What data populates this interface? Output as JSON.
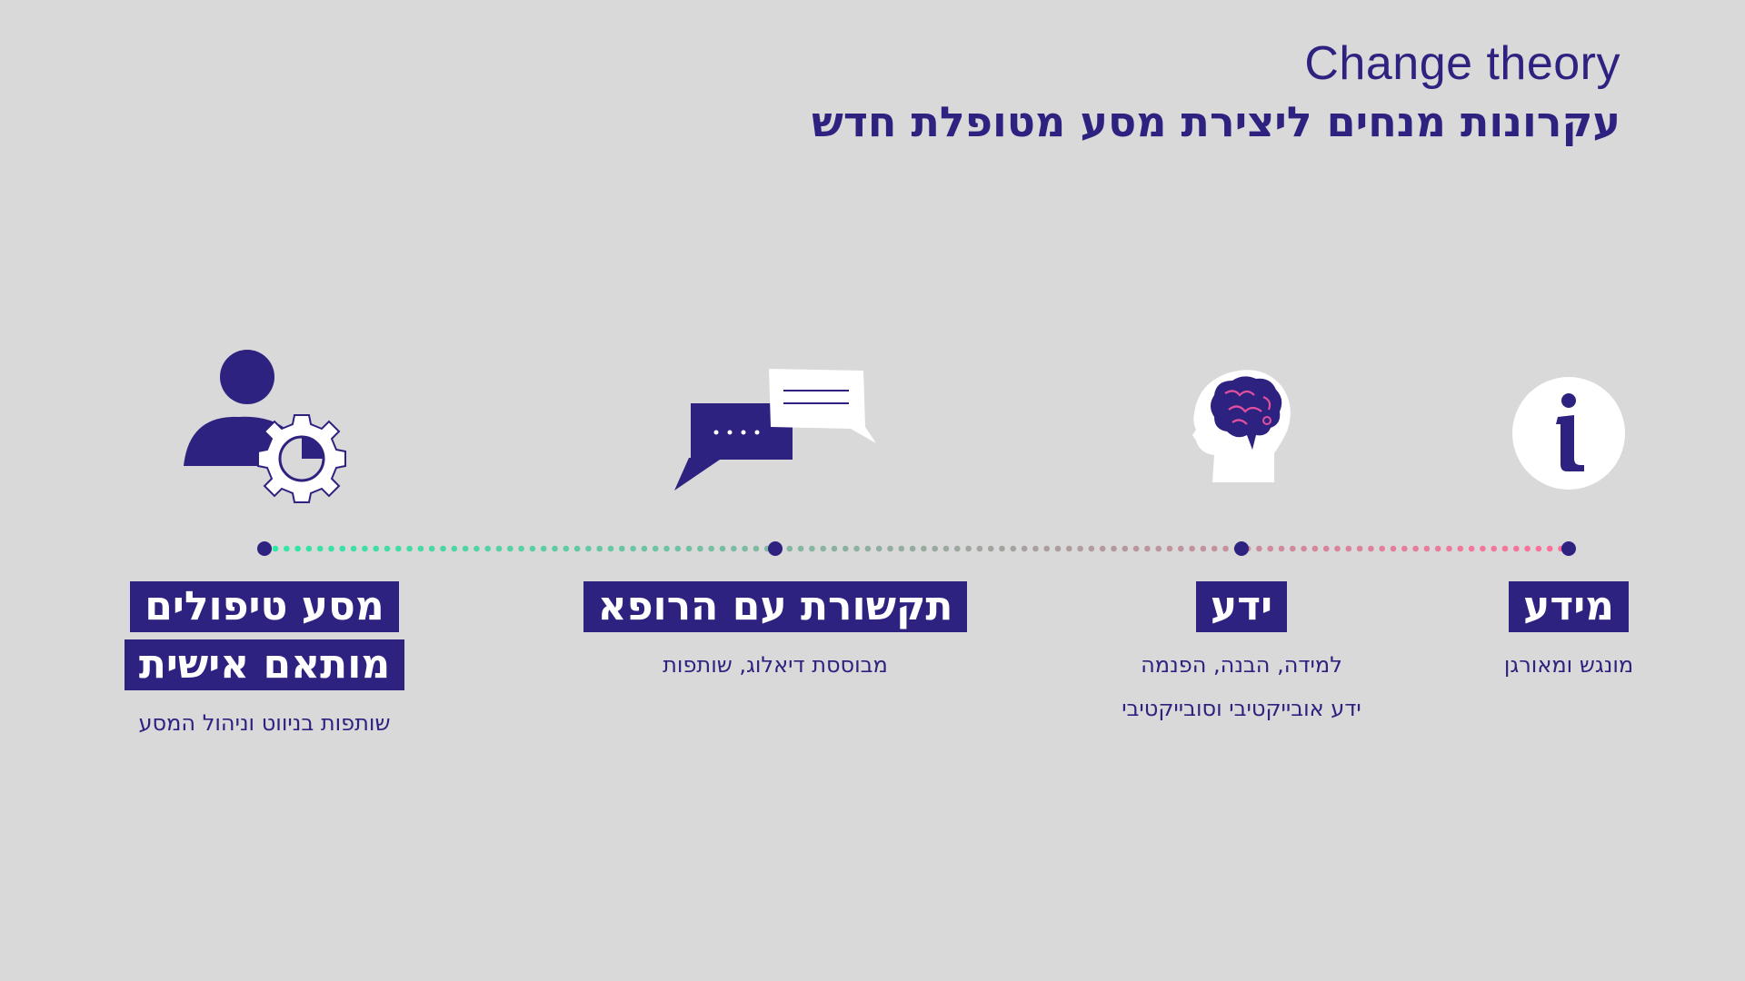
{
  "header": {
    "title_en": "Change theory",
    "title_he": "עקרונות מנחים ליצירת מסע מטופלת חדש"
  },
  "colors": {
    "primary": "#2e2280",
    "background": "#d9d9d9",
    "gradient_start": "#2ee8a5",
    "gradient_end": "#ff6f9a",
    "brain_accent": "#e0509f"
  },
  "steps": [
    {
      "icon": "info-icon",
      "tag_lines": [
        "מידע"
      ],
      "desc_lines": [
        "מונגש ומאורגן"
      ]
    },
    {
      "icon": "brain-head-icon",
      "tag_lines": [
        "ידע"
      ],
      "desc_lines": [
        "למידה, הבנה, הפנמה",
        "ידע אובייקטיבי וסובייקטיבי"
      ]
    },
    {
      "icon": "chat-bubbles-icon",
      "tag_lines": [
        "תקשורת עם הרופא"
      ],
      "desc_lines": [
        "מבוססת דיאלוג, שותפות"
      ]
    },
    {
      "icon": "user-gear-icon",
      "tag_lines": [
        "מסע טיפולים",
        "מותאם אישית"
      ],
      "desc_lines": [
        "שותפות בניווט וניהול המסע"
      ]
    }
  ]
}
